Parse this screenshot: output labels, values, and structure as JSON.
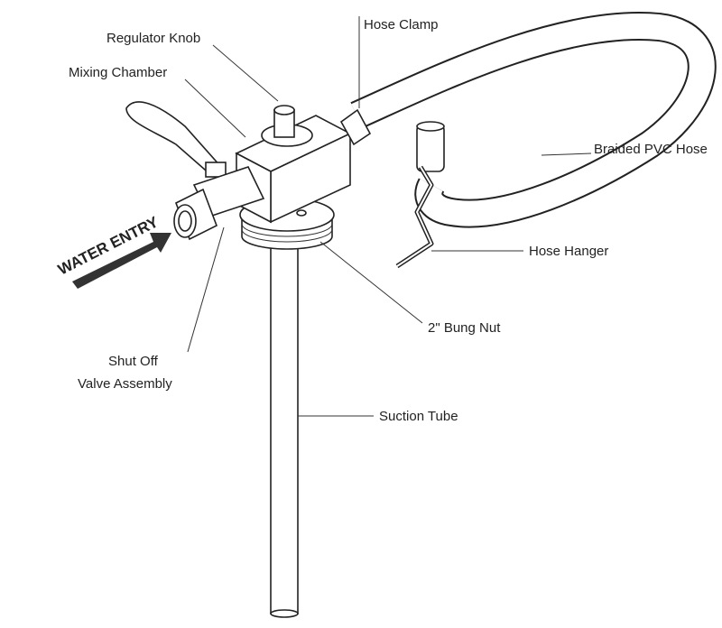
{
  "labels": {
    "regulator_knob": "Regulator Knob",
    "mixing_chamber": "Mixing Chamber",
    "hose_clamp": "Hose Clamp",
    "braided_pvc_hose": "Braided PVC Hose",
    "hose_hanger": "Hose Hanger",
    "bung_nut": "2\" Bung Nut",
    "shut_off_line1": "Shut Off",
    "shut_off_line2": "Valve Assembly",
    "suction_tube": "Suction Tube",
    "water_entry": "WATER ENTRY"
  }
}
